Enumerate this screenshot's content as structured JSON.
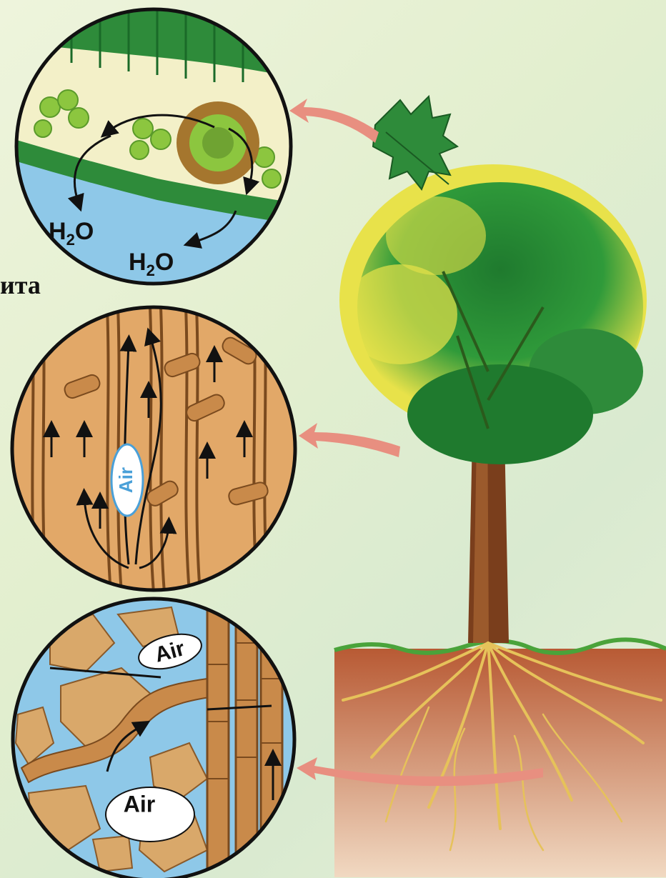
{
  "side_text": "ита",
  "leaf_panel": {
    "water_label_1": "H",
    "water_sub_1": "2",
    "water_tail_1": "O",
    "water_label_2": "H",
    "water_sub_2": "2",
    "water_tail_2": "O"
  },
  "stem_panel": {
    "air_label": "Air"
  },
  "root_panel": {
    "air_label_top": "Air",
    "air_label_bottom": "Air"
  },
  "colors": {
    "leaf_green": "#2e8b3a",
    "leaf_light": "#f3f0c8",
    "water_blue": "#8ec8e8",
    "wood_tan": "#e2a868",
    "wood_dark": "#7a4a1e",
    "soil": "#c9774a",
    "root_yellow": "#e6c25a",
    "arrow_pink": "#e88f80",
    "canopy_yellow": "#e8e24a"
  }
}
